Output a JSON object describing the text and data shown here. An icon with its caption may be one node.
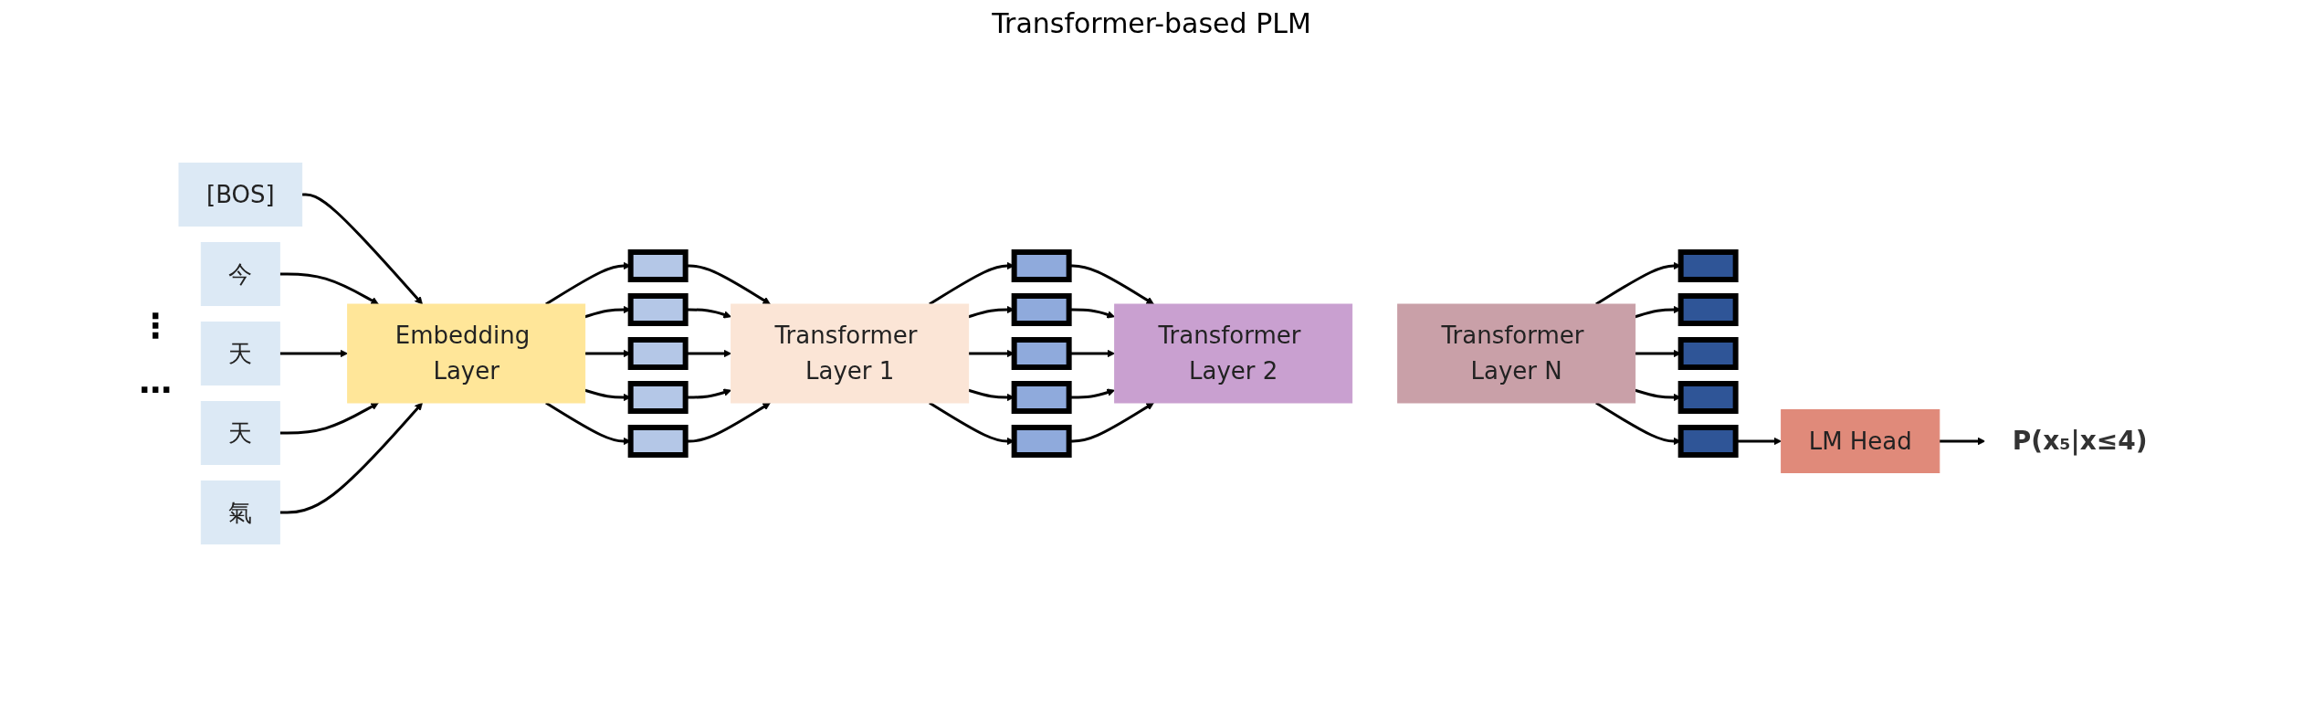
{
  "diagram": {
    "title": "Transformer-based PLM",
    "nodes": [
      {
        "text": [
          "[BOS]"
        ]
      },
      {
        "text": [
          "今"
        ]
      },
      {
        "text": [
          "天"
        ]
      },
      {
        "text": [
          "天"
        ]
      },
      {
        "text": [
          "氣"
        ]
      },
      {
        "text": [
          "Embedding Layer"
        ]
      },
      {
        "text": [],
        "shape": "bar"
      },
      {
        "text": [],
        "shape": "bar"
      },
      {
        "text": [],
        "shape": "bar"
      },
      {
        "text": [],
        "shape": "bar"
      },
      {
        "text": [],
        "shape": "bar"
      },
      {
        "text": [
          "Transformer Layer 1"
        ]
      },
      {
        "text": [],
        "shape": "bar"
      },
      {
        "text": [],
        "shape": "bar"
      },
      {
        "text": [],
        "shape": "bar"
      },
      {
        "text": [],
        "shape": "bar"
      },
      {
        "text": [],
        "shape": "bar"
      },
      {
        "text": [
          "Transformer Layer 2"
        ]
      },
      {
        "text": [
          "Transformer Layer N"
        ]
      },
      {
        "text": [],
        "shape": "bar"
      },
      {
        "text": [],
        "shape": "bar"
      },
      {
        "text": [],
        "shape": "bar"
      },
      {
        "text": [],
        "shape": "bar"
      },
      {
        "text": [],
        "shape": "bar"
      },
      {
        "text": [
          "LM Head"
        ]
      },
      {
        "text": [
          "P(x₅|x≤4)"
        ]
      }
    ],
    "edges": [
      {
        "from": 0,
        "to": 5,
        "arrow": "to"
      },
      {
        "from": 1,
        "to": 5,
        "arrow": "to"
      },
      {
        "from": 2,
        "to": 5,
        "arrow": "to"
      },
      {
        "from": 3,
        "to": 5,
        "arrow": "to"
      },
      {
        "from": 4,
        "to": 5,
        "arrow": "to"
      },
      {
        "from": 5,
        "to": 6,
        "arrow": "to"
      },
      {
        "from": 5,
        "to": 7,
        "arrow": "to"
      },
      {
        "from": 5,
        "to": 8,
        "arrow": "to"
      },
      {
        "from": 5,
        "to": 9,
        "arrow": "to"
      },
      {
        "from": 5,
        "to": 10,
        "arrow": "to"
      },
      {
        "from": 6,
        "to": 11,
        "arrow": "to"
      },
      {
        "from": 7,
        "to": 11,
        "arrow": "to"
      },
      {
        "from": 8,
        "to": 11,
        "arrow": "to"
      },
      {
        "from": 9,
        "to": 11,
        "arrow": "to"
      },
      {
        "from": 10,
        "to": 11,
        "arrow": "to"
      },
      {
        "from": 11,
        "to": 12,
        "arrow": "to"
      },
      {
        "from": 11,
        "to": 13,
        "arrow": "to"
      },
      {
        "from": 11,
        "to": 14,
        "arrow": "to"
      },
      {
        "from": 11,
        "to": 15,
        "arrow": "to"
      },
      {
        "from": 11,
        "to": 16,
        "arrow": "to"
      },
      {
        "from": 12,
        "to": 17,
        "arrow": "to"
      },
      {
        "from": 13,
        "to": 17,
        "arrow": "to"
      },
      {
        "from": 14,
        "to": 17,
        "arrow": "to"
      },
      {
        "from": 15,
        "to": 17,
        "arrow": "to"
      },
      {
        "from": 16,
        "to": 17,
        "arrow": "to"
      },
      {
        "from": 18,
        "to": 19,
        "arrow": "to"
      },
      {
        "from": 18,
        "to": 20,
        "arrow": "to"
      },
      {
        "from": 18,
        "to": 21,
        "arrow": "to"
      },
      {
        "from": 18,
        "to": 22,
        "arrow": "to"
      },
      {
        "from": 18,
        "to": 23,
        "arrow": "to"
      },
      {
        "from": 23,
        "to": 24,
        "arrow": "to"
      },
      {
        "from": 24,
        "to": 25,
        "arrow": "to"
      }
    ],
    "labels": [
      "⋮",
      "…"
    ]
  }
}
